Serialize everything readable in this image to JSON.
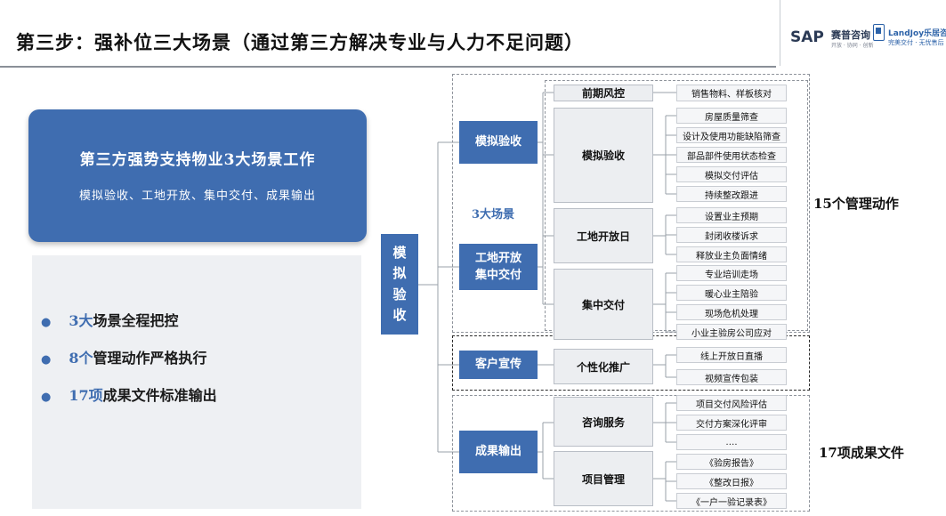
{
  "header": {
    "title": "第三步：强补位三大场景（通过第三方解决专业与人力不足问题）",
    "logo_sap": "SAP",
    "logo_sap_cn": "赛普咨询",
    "logo_sap_sub": "开放 · 协同 · 创新",
    "logo_landjoy": "LandJoy乐居咨询",
    "logo_landjoy_sub": "完美交付 · 无忧售后"
  },
  "left": {
    "card_title": "第三方强势支持物业3大场景工作",
    "card_subtitle": "模拟验收、工地开放、集中交付、成果输出",
    "bullets": [
      {
        "num": "3大",
        "text": "场景全程把控"
      },
      {
        "num": "8个",
        "text": "管理动作严格执行"
      },
      {
        "num": "17项",
        "text": "成果文件标准输出"
      }
    ]
  },
  "diagram": {
    "root": "模拟验收",
    "label_scenes": "3大场景",
    "categories": {
      "moni": "模拟验收",
      "gongdi": "工地开放\n集中交付",
      "kehu": "客户宣传",
      "chengguo": "成果输出"
    },
    "mids": {
      "qianqi": "前期风控",
      "moni": "模拟验收",
      "gongdi": "工地开放日",
      "jizhong": "集中交付",
      "gexing": "个性化推广",
      "zixun": "咨询服务",
      "xiangmu": "项目管理"
    },
    "leaves": {
      "qianqi": [
        "销售物料、样板核对"
      ],
      "moni": [
        "房屋质量筛查",
        "设计及使用功能缺陷筛查",
        "部品部件使用状态检查",
        "模拟交付评估",
        "持续整改跟进"
      ],
      "gongdi": [
        "设置业主预期",
        "封闭收楼诉求",
        "释放业主负面情绪"
      ],
      "jizhong": [
        "专业培训走场",
        "暖心业主陪验",
        "现场危机处理",
        "小业主验房公司应对"
      ],
      "gexing": [
        "线上开放日直播",
        "视频宣传包装"
      ],
      "zixun": [
        "项目交付风险评估",
        "交付方案深化评审",
        "…."
      ],
      "xiangmu": [
        "《验房报告》",
        "《整改日报》",
        "《一户一验记录表》"
      ]
    },
    "note_actions": "15个管理动作",
    "note_files": "17项成果文件"
  }
}
